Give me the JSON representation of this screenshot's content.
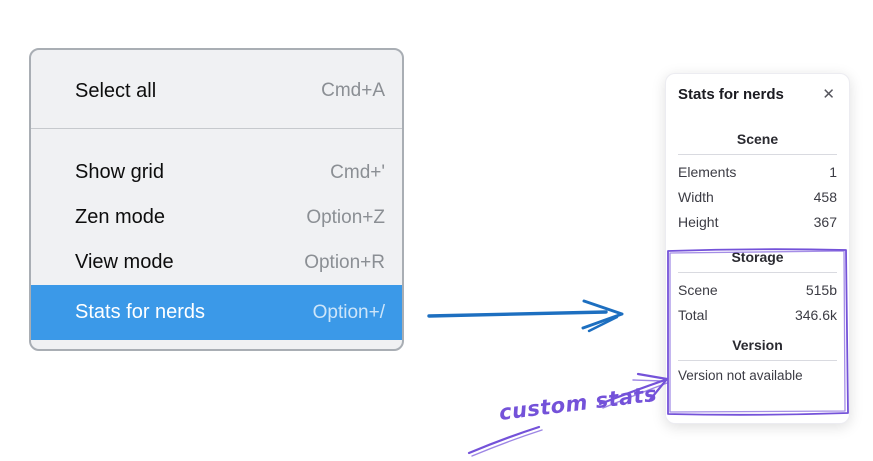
{
  "context_menu": {
    "items": [
      {
        "label": "Select all",
        "shortcut": "Cmd+A"
      },
      {
        "label": "Show grid",
        "shortcut": "Cmd+'"
      },
      {
        "label": "Zen mode",
        "shortcut": "Option+Z"
      },
      {
        "label": "View mode",
        "shortcut": "Option+R"
      },
      {
        "label": "Stats for nerds",
        "shortcut": "Option+/"
      }
    ],
    "highlighted_item": "Stats for nerds",
    "highlight_color": "#3b99e8"
  },
  "stats_panel": {
    "title": "Stats for nerds",
    "close_icon": "✕",
    "scene_section": {
      "heading": "Scene",
      "rows": [
        {
          "label": "Elements",
          "value": "1"
        },
        {
          "label": "Width",
          "value": "458"
        },
        {
          "label": "Height",
          "value": "367"
        }
      ]
    },
    "storage_section": {
      "heading": "Storage",
      "rows": [
        {
          "label": "Scene",
          "value": "515b"
        },
        {
          "label": "Total",
          "value": "346.6k"
        }
      ]
    },
    "version_section": {
      "heading": "Version",
      "note": "Version not available"
    }
  },
  "annotations": {
    "custom_label": "custom stats",
    "purple": "#7452d9",
    "blue": "#1d6fc0"
  }
}
